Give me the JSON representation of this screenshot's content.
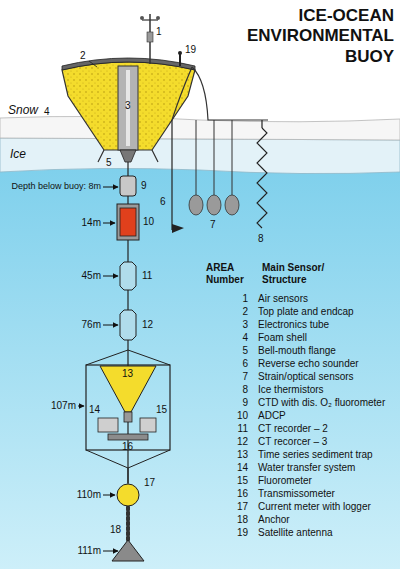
{
  "diagram": {
    "title": "ICE-OCEAN ENVIRONMENTAL BUOY",
    "labels": [
      "1",
      "2",
      "19",
      "3",
      "Snow",
      "4",
      "Ice",
      "5",
      "6",
      "7",
      "8",
      "Depth below buoy: 8m",
      "9",
      "14m",
      "10",
      "45m",
      "11",
      "76m",
      "12",
      "13",
      "107m",
      "14",
      "15",
      "16",
      "110m",
      "17",
      "111m",
      "18",
      "AREA Number",
      "Main Sensor/ Structure",
      "1",
      "Air sensors",
      "2",
      "Top plate and endcap",
      "3",
      "Electronics tube",
      "4",
      "Foam shell",
      "5",
      "Bell-mouth flange",
      "6",
      "Reverse echo sounder",
      "7",
      "Strain/optical sensors",
      "8",
      "Ice thermistors",
      "9",
      "CTD with dis. O₂ fluorometer",
      "10",
      "ADCP",
      "11",
      "CT recorder – 2",
      "12",
      "CT recorcer – 3",
      "13",
      "Time series sediment trap",
      "14",
      "Water transfer system",
      "15",
      "Fluorometer",
      "16",
      "Transmissometer",
      "17",
      "Current meter with logger",
      "18",
      "Anchor",
      "19",
      "Satellite antenna"
    ]
  }
}
